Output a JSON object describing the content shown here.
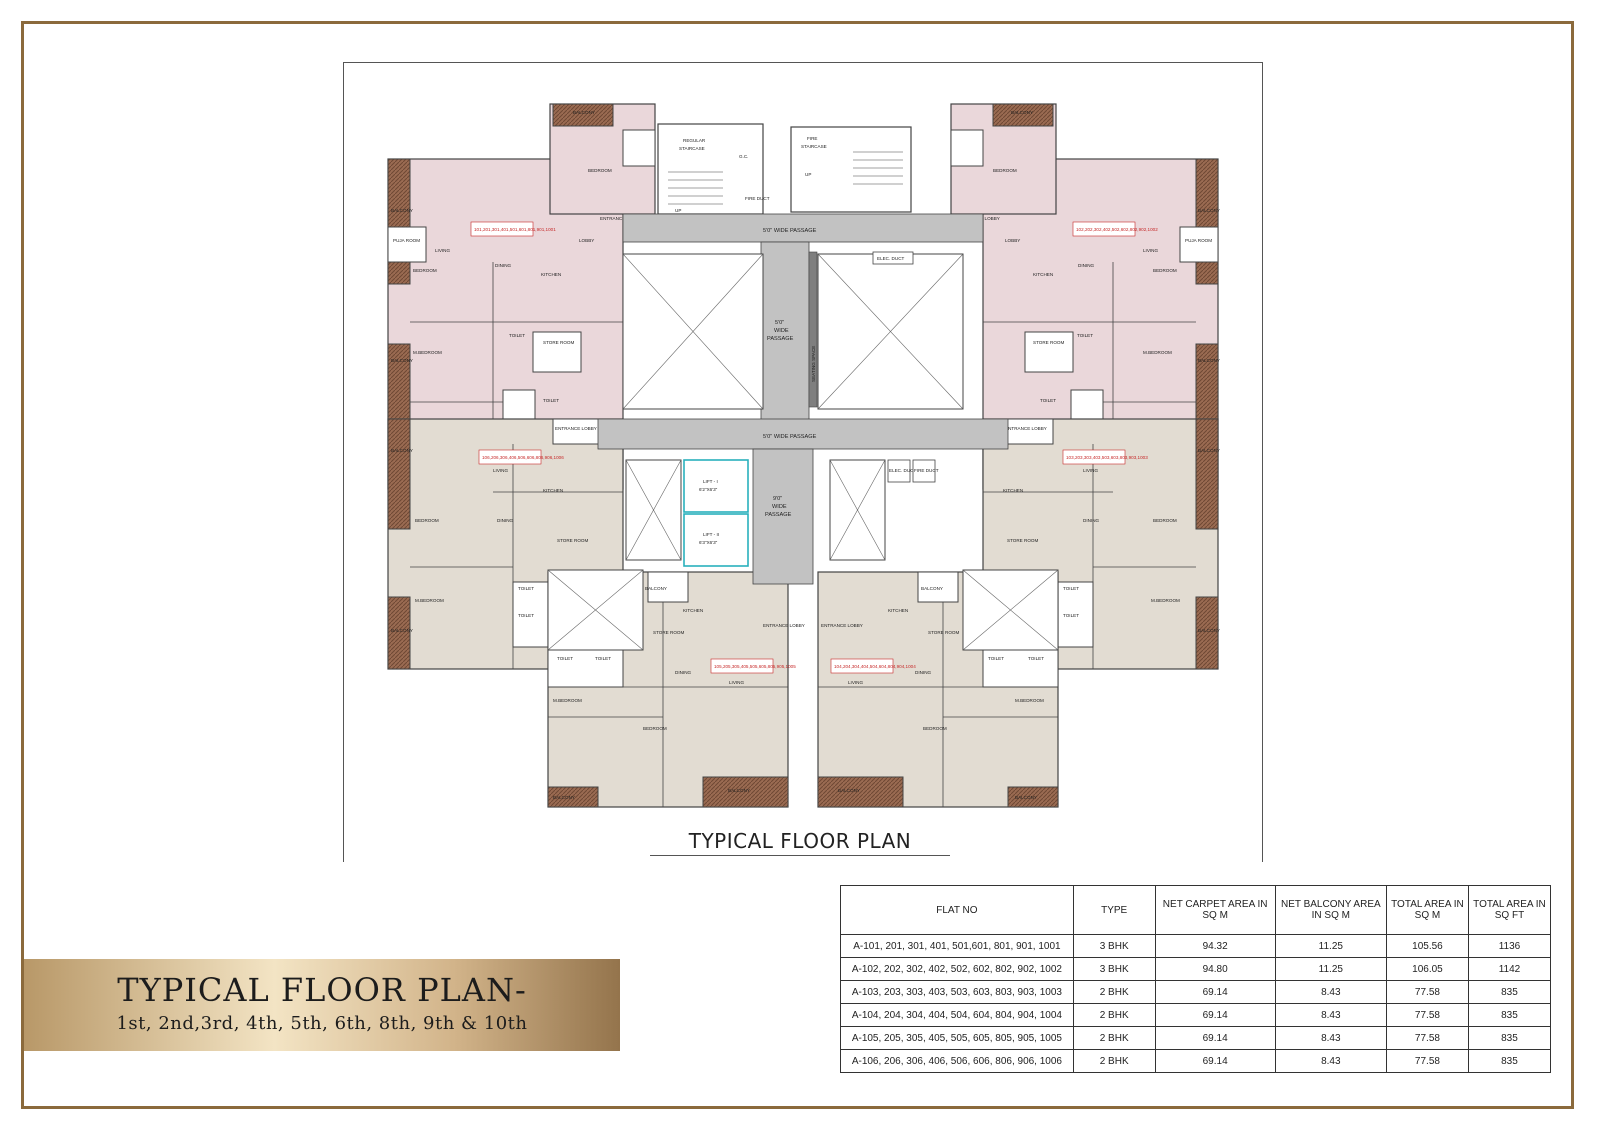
{
  "plan": {
    "caption": "TYPICAL FLOOR PLAN",
    "passages": {
      "top": "5'0\" WIDE PASSAGE",
      "middle": "5'0\" WIDE PASSAGE",
      "vertical_top_1": "5'0\"",
      "vertical_top_2": "WIDE",
      "vertical_top_3": "PASSAGE",
      "vertical_bottom_1": "9'0\"",
      "vertical_bottom_2": "WIDE",
      "vertical_bottom_3": "PASSAGE"
    },
    "core": {
      "regular_staircase_1": "REGULAR",
      "regular_staircase_2": "STAIRCASE",
      "gc": "G.C.",
      "fire_staircase_1": "FIRE",
      "fire_staircase_2": "STAIRCASE",
      "fire_duct": "FIRE DUCT",
      "elec_duct": "ELEC. DUCT",
      "lift_1": "LIFT - I",
      "lift_1_size": "6'2\"X6'3\"",
      "lift_2": "LIFT - II",
      "lift_2_size": "6'3\"X6'3\"",
      "seating_space": "SEATING SPACE",
      "up": "UP"
    },
    "rooms": {
      "balcony": "BALCONY",
      "bedroom": "BEDROOM",
      "m_bedroom": "M.BEDROOM",
      "living": "LIVING",
      "kitchen": "KITCHEN",
      "dining": "DINING",
      "toilet": "TOILET",
      "lobby": "LOBBY",
      "entrance_lobby": "ENTRANCE LOBBY",
      "store_room": "STORE ROOM",
      "puja_room": "PUJA ROOM"
    },
    "flat_tags": {
      "a101": "101,201,301,401,501,601,801,901,1001",
      "a102": "102,202,302,402,502,602,802,902,1002",
      "a103": "103,203,303,403,503,603,803,903,1003",
      "a104": "104,204,304,404,504,604,804,904,1004",
      "a105": "105,205,305,405,505,605,805,905,1005",
      "a106": "106,206,306,406,506,606,806,906,1006"
    }
  },
  "banner": {
    "title": "TYPICAL FLOOR PLAN-",
    "subtitle": "1st, 2nd,3rd, 4th, 5th, 6th, 8th, 9th & 10th"
  },
  "table": {
    "headers": [
      "FLAT NO",
      "TYPE",
      "NET CARPET AREA IN SQ M",
      "NET BALCONY AREA IN SQ M",
      "TOTAL AREA IN SQ M",
      "TOTAL AREA IN SQ FT"
    ],
    "rows": [
      [
        "A-101, 201, 301, 401, 501,601, 801, 901, 1001",
        "3 BHK",
        "94.32",
        "11.25",
        "105.56",
        "1136"
      ],
      [
        "A-102, 202, 302, 402, 502, 602, 802, 902, 1002",
        "3 BHK",
        "94.80",
        "11.25",
        "106.05",
        "1142"
      ],
      [
        "A-103, 203, 303, 403, 503, 603, 803, 903, 1003",
        "2 BHK",
        "69.14",
        "8.43",
        "77.58",
        "835"
      ],
      [
        "A-104, 204, 304, 404, 504, 604, 804, 904, 1004",
        "2 BHK",
        "69.14",
        "8.43",
        "77.58",
        "835"
      ],
      [
        "A-105, 205, 305, 405, 505, 605, 805, 905, 1005",
        "2 BHK",
        "69.14",
        "8.43",
        "77.58",
        "835"
      ],
      [
        "A-106, 206, 306, 406, 506, 606, 806, 906, 1006",
        "2 BHK",
        "69.14",
        "8.43",
        "77.58",
        "835"
      ]
    ]
  },
  "colors": {
    "frame": "#8b6a3c",
    "flat_3bhk_fill": "#ead7da",
    "flat_2bhk_fill": "#e2dcd2",
    "passage_fill": "#c2c2c2",
    "balcony_fill": "#9a6b52",
    "lift_outline": "#2ab0bc",
    "flat_tag": "#c62828"
  }
}
